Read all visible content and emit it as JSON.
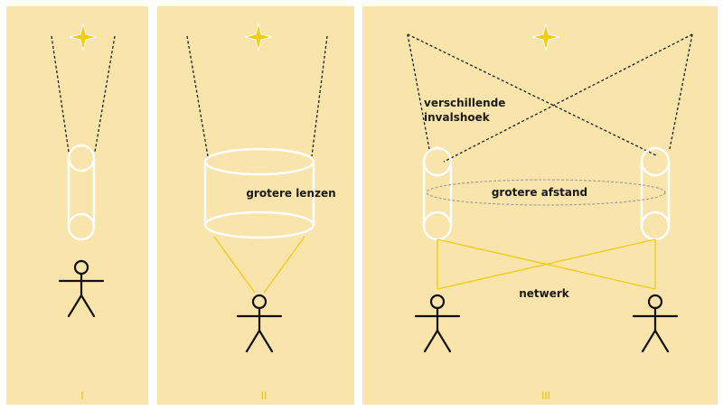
{
  "panels": [
    {
      "numeral": "I"
    },
    {
      "numeral": "II",
      "label": "grotere lenzen"
    },
    {
      "numeral": "III",
      "label_angle_line1": "verschillende",
      "label_angle_line2": "invalshoek",
      "label_distance": "grotere afstand",
      "label_network": "netwerk"
    }
  ],
  "colors": {
    "panel_background": "#f9e4ab",
    "accent_yellow": "#f2cc1a",
    "outline": "#111111"
  },
  "icons": [
    "star-icon",
    "person-icon",
    "telescope-icon"
  ]
}
